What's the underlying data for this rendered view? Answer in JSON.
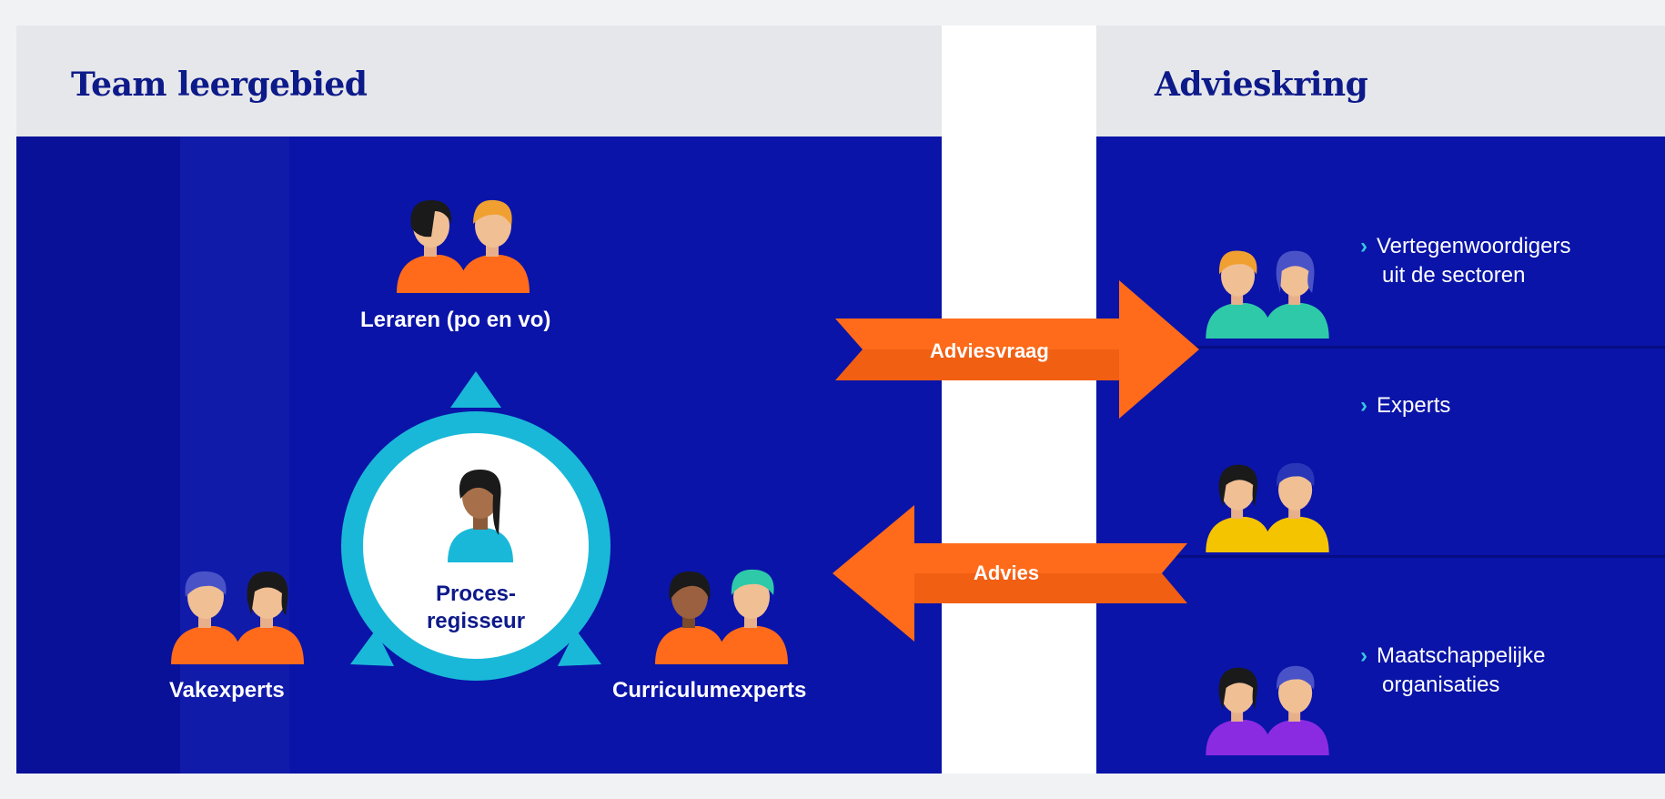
{
  "team": {
    "title": "Team leergebied",
    "teachers_label": "Leraren (po en vo)",
    "subject_experts_label": "Vakexperts",
    "curriculum_experts_label": "Curriculumexperts",
    "center_label_line1": "Proces-",
    "center_label_line2": "regisseur"
  },
  "arrows": {
    "request_label": "Adviesvraag",
    "advice_label": "Advies"
  },
  "circle": {
    "title": "Advieskring",
    "groups": [
      {
        "line1": "Vertegenwoordigers",
        "line2": "uit de sectoren"
      },
      {
        "line1": "Experts",
        "line2": ""
      },
      {
        "line1": "Maatschappelijke",
        "line2": "organisaties"
      }
    ]
  },
  "chevron": "›",
  "colors": {
    "navy": "#0a14a8",
    "orange": "#ff6b1a",
    "cyan": "#1ab8d8",
    "teal": "#2ec9a8",
    "yellow": "#f5c400",
    "purple": "#8a2be2"
  }
}
